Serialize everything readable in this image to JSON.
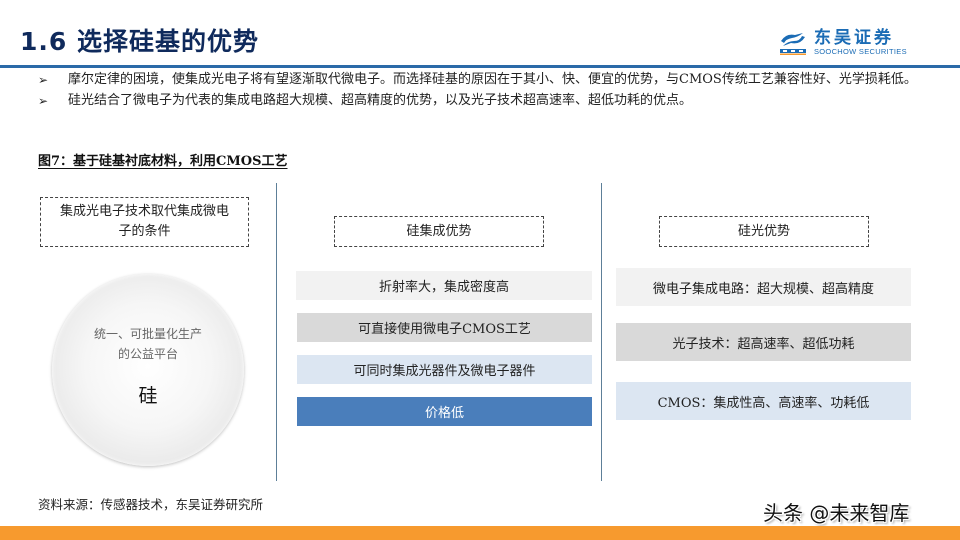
{
  "header": {
    "title": "1.6 选择硅基的优势",
    "logo": {
      "icon": "soochow-logo-icon",
      "name_cn": "东吴证券",
      "name_en": "SOOCHOW SECURITIES",
      "color": "#1b6cb5"
    },
    "rule_color": "#2a6aa8"
  },
  "bullets": [
    {
      "marker": "➢",
      "text": "摩尔定律的困境，使集成光电子将有望逐渐取代微电子。而选择硅基的原因在于其小、快、便宜的优势，与CMOS传统工艺兼容性好、光学损耗低。"
    },
    {
      "marker": "➢",
      "text": "硅光结合了微电子为代表的集成电路超大规模、超高精度的优势，以及光子技术超高速率、超低功耗的优点。"
    }
  ],
  "figure": {
    "caption": "图7：基于硅基衬底材料，利用CMOS工艺",
    "left": {
      "heading": "集成光电子技术取代集成微电子的条件",
      "circle_subtitle": "统一、可批量化生产的公益平台",
      "circle_main": "硅"
    },
    "middle": {
      "heading": "硅集成优势",
      "items": [
        {
          "label": "折射率大，集成密度高",
          "bg": "#f2f2f2",
          "fg": "#222222"
        },
        {
          "label": "可直接使用微电子CMOS工艺",
          "bg": "#d9d9d9",
          "fg": "#222222"
        },
        {
          "label": "可同时集成光器件及微电子器件",
          "bg": "#dce6f2",
          "fg": "#222222"
        },
        {
          "label": "价格低",
          "bg": "#4a7ebb",
          "fg": "#ffffff"
        }
      ]
    },
    "right": {
      "heading": "硅光优势",
      "items": [
        {
          "label": "微电子集成电路：超大规模、超高精度",
          "bg": "#f2f2f2",
          "fg": "#222222"
        },
        {
          "label": "光子技术：超高速率、超低功耗",
          "bg": "#d9d9d9",
          "fg": "#222222"
        },
        {
          "label": "CMOS：集成性高、高速率、功耗低",
          "bg": "#dce6f2",
          "fg": "#222222"
        }
      ]
    }
  },
  "footer": {
    "source": "资料来源：传感器技术，东吴证券研究所",
    "watermark": "头条 @未来智库",
    "bar_color": "#f79a2e"
  }
}
